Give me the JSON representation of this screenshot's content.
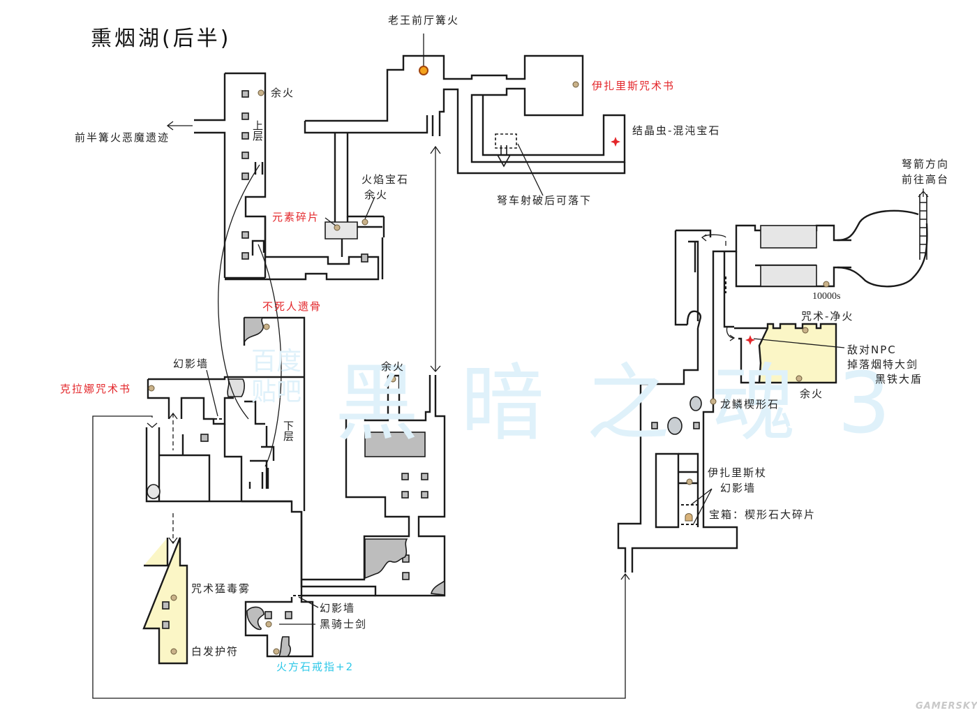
{
  "title": "熏烟湖(后半)",
  "watermark": {
    "main": "黑暗之魂3",
    "sub": "百度贴吧",
    "brand": "GAMERSKY"
  },
  "colors": {
    "wall": "#1a1a1a",
    "pillar": "#bdbdbd",
    "rubble": "#c4c4c4",
    "item_dot": "#c9b28a",
    "bonfire": "#f3a21c",
    "bonfire_ring": "#a0440e",
    "enemy_star": "#e3262a",
    "highlight_room": "#fbf6c6",
    "label_red": "#e3262a",
    "label_cyan": "#2ec8e8",
    "watermark": "#dff1fa"
  },
  "labels": {
    "bonfire_old_king_antechamber": "老王前厅篝火",
    "izalith_pyromancy_tome": "伊扎里斯咒术书",
    "chaos_gem_crystal_lizard": "结晶虫-混沌宝石",
    "ballista_break_drop": "弩车射破后可落下",
    "ballista_dir_line1": "弩箭方向",
    "ballista_dir_line2": "前往高台",
    "ember_top_left": "余火",
    "to_first_half": "前半篝火恶魔遗迹",
    "upper_floor": "上层",
    "fire_gem": "火焰宝石",
    "ember_fire_gem": "余火",
    "elemental_shard": "元素碎片",
    "undead_bone_shard": "不死人遗骨",
    "illusory_wall_left": "幻影墙",
    "quelana_tome": "克拉娜咒术书",
    "lower_floor": "下层",
    "ember_middle": "余火",
    "soul_10000": "10000s",
    "pyro_purge": "咒术-净火",
    "hostile_npc_line1": "敌对NPC",
    "hostile_npc_line2": "掉落烟特大剑",
    "hostile_npc_line3": "黑铁大盾",
    "ember_yellow_room": "余火",
    "dragon_scale_shard": "龙鳞楔形石",
    "izalith_staff": "伊扎里斯杖",
    "illusory_wall_right": "幻影墙",
    "chest_large_titanite": "宝箱：楔形石大碎片",
    "toxic_mist": "咒术猛毒雾",
    "illusory_wall_bottom": "幻影墙",
    "black_knight_sword": "黑骑士剑",
    "white_hair_talisman": "白发护符",
    "fire_clutch_ring": "火方石戒指+2"
  }
}
